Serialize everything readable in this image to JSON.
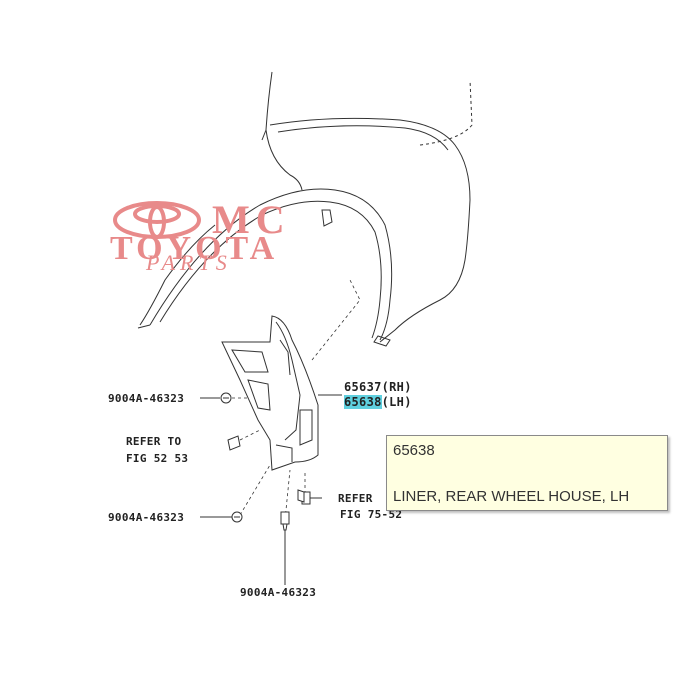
{
  "watermark": {
    "line1": "MC",
    "line2": "TOYOTA",
    "line3": "PARTS",
    "color": "#e88a8a"
  },
  "labels": {
    "bolt_top": "9004A-46323",
    "refer_left_1": "REFER TO",
    "refer_left_2": "FIG 52 53",
    "bolt_mid": "9004A-46323",
    "bolt_bottom": "9004A-46323",
    "part_rh_number": "65637",
    "part_rh_side": "(RH)",
    "part_lh_number": "65638",
    "part_lh_side": "(LH)",
    "refer_right_1": "REFER",
    "refer_right_2": "FIG 75-52"
  },
  "tooltip": {
    "part_number": "65638",
    "description": "LINER, REAR WHEEL HOUSE, LH"
  },
  "colors": {
    "highlight": "#5fd0df",
    "tooltip_bg": "#ffffe1",
    "line": "#333333"
  }
}
